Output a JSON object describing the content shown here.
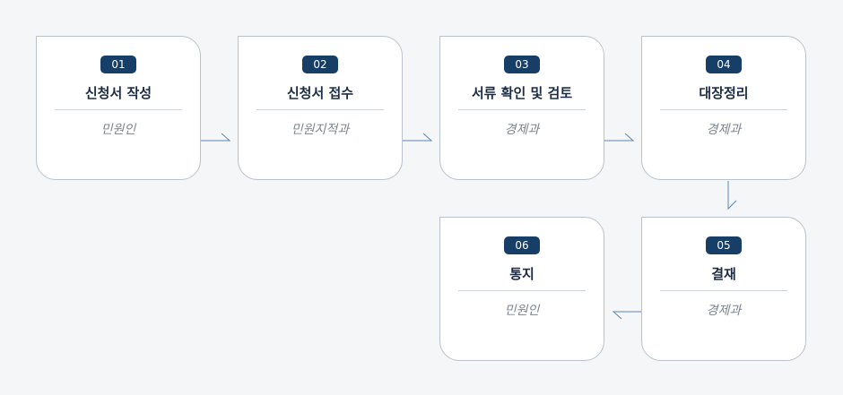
{
  "steps": [
    {
      "number": "01",
      "title": "신청서 작성",
      "dept": "민원인"
    },
    {
      "number": "02",
      "title": "신청서 접수",
      "dept": "민원지적과"
    },
    {
      "number": "03",
      "title": "서류 확인 및 검토",
      "dept": "경제과"
    },
    {
      "number": "04",
      "title": "대장정리",
      "dept": "경제과"
    },
    {
      "number": "05",
      "title": "결재",
      "dept": "경제과"
    },
    {
      "number": "06",
      "title": "통지",
      "dept": "민원인"
    }
  ],
  "colors": {
    "badge": "#173e66",
    "title": "#1b2c44",
    "arrow": "#5b85b6",
    "border": "#b9c2cc"
  }
}
